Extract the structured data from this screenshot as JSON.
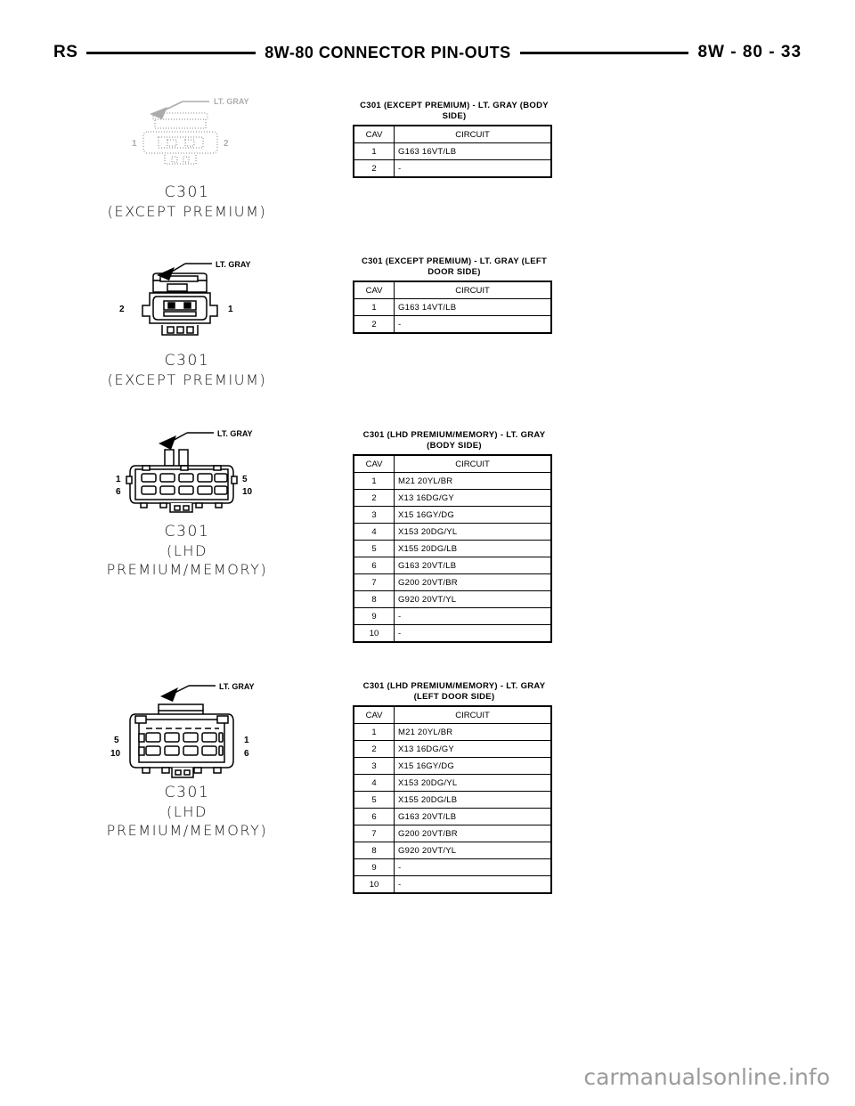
{
  "header": {
    "left": "RS",
    "center": "8W-80  CONNECTOR  PIN-OUTS",
    "right": "8W - 80 - 33"
  },
  "watermark": "carmanualsonline.info",
  "labels": {
    "lt_gray": "LT. GRAY"
  },
  "diagrams": [
    {
      "name": "c301-except-premium-faded",
      "callout": "LT. GRAY",
      "pins_left": [
        "1"
      ],
      "pins_right": [
        "2"
      ],
      "caption_line1": "C301",
      "caption_line2": "(EXCEPT PREMIUM)"
    },
    {
      "name": "c301-except-premium",
      "callout": "LT. GRAY",
      "pins_left": [
        "2"
      ],
      "pins_right": [
        "1"
      ],
      "caption_line1": "C301",
      "caption_line2": "(EXCEPT PREMIUM)"
    },
    {
      "name": "c301-lhd-premium-memory-body",
      "callout": "LT. GRAY",
      "pins_left": [
        "1",
        "6"
      ],
      "pins_right": [
        "5",
        "10"
      ],
      "caption_line1": "C301",
      "caption_line2": "(LHD",
      "caption_line3": "PREMIUM/MEMORY)"
    },
    {
      "name": "c301-lhd-premium-memory-door",
      "callout": "LT. GRAY",
      "pins_left": [
        "5",
        "10"
      ],
      "pins_right": [
        "1",
        "6"
      ],
      "caption_line1": "C301",
      "caption_line2": "(LHD",
      "caption_line3": "PREMIUM/MEMORY)"
    }
  ],
  "tables": [
    {
      "title_line1": "C301  (EXCEPT  PREMIUM)  -  LT.  GRAY  (BODY",
      "title_line2": "SIDE)",
      "columns": [
        "CAV",
        "CIRCUIT"
      ],
      "rows": [
        [
          "1",
          "G163  16VT/LB"
        ],
        [
          "2",
          "-"
        ]
      ]
    },
    {
      "title_line1": "C301  (EXCEPT  PREMIUM)  -  LT.  GRAY  (LEFT",
      "title_line2": "DOOR  SIDE)",
      "columns": [
        "CAV",
        "CIRCUIT"
      ],
      "rows": [
        [
          "1",
          "G163  14VT/LB"
        ],
        [
          "2",
          "-"
        ]
      ]
    },
    {
      "title_line1": "C301  (LHD  PREMIUM/MEMORY)  -  LT.  GRAY",
      "title_line2": "(BODY  SIDE)",
      "columns": [
        "CAV",
        "CIRCUIT"
      ],
      "rows": [
        [
          "1",
          "M21  20YL/BR"
        ],
        [
          "2",
          "X13  16DG/GY"
        ],
        [
          "3",
          "X15  16GY/DG"
        ],
        [
          "4",
          "X153  20DG/YL"
        ],
        [
          "5",
          "X155  20DG/LB"
        ],
        [
          "6",
          "G163  20VT/LB"
        ],
        [
          "7",
          "G200  20VT/BR"
        ],
        [
          "8",
          "G920  20VT/YL"
        ],
        [
          "9",
          "-"
        ],
        [
          "10",
          "-"
        ]
      ]
    },
    {
      "title_line1": "C301  (LHD  PREMIUM/MEMORY)  -  LT.  GRAY",
      "title_line2": "(LEFT  DOOR  SIDE)",
      "columns": [
        "CAV",
        "CIRCUIT"
      ],
      "rows": [
        [
          "1",
          "M21  20YL/BR"
        ],
        [
          "2",
          "X13  16DG/GY"
        ],
        [
          "3",
          "X15  16GY/DG"
        ],
        [
          "4",
          "X153  20DG/YL"
        ],
        [
          "5",
          "X155  20DG/LB"
        ],
        [
          "6",
          "G163  20VT/LB"
        ],
        [
          "7",
          "G200  20VT/BR"
        ],
        [
          "8",
          "G920  20VT/YL"
        ],
        [
          "9",
          "-"
        ],
        [
          "10",
          "-"
        ]
      ]
    }
  ]
}
